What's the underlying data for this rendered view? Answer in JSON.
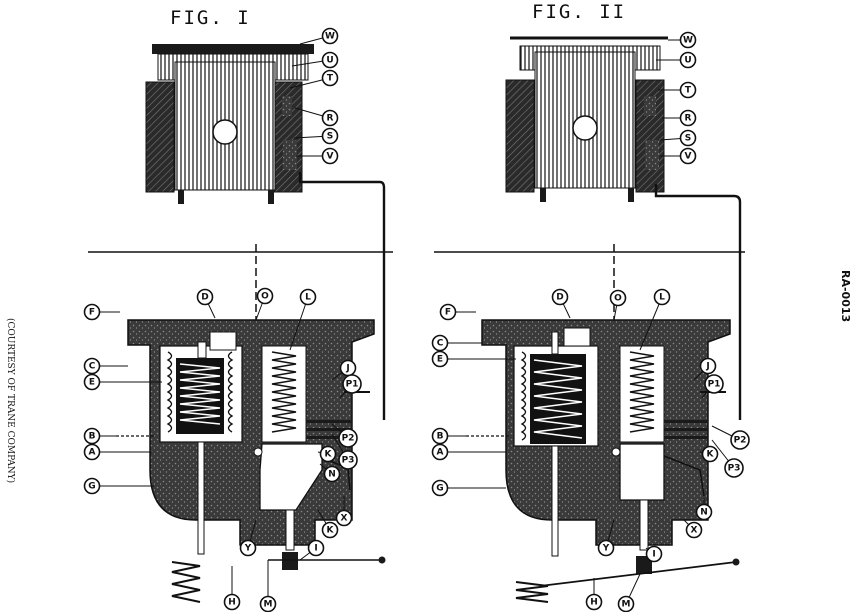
{
  "figures": [
    {
      "title": "FIG. I",
      "labels": [
        "W",
        "U",
        "T",
        "R",
        "S",
        "V",
        "D",
        "F",
        "O",
        "L",
        "C",
        "E",
        "J",
        "P1",
        "B",
        "A",
        "P2",
        "P3",
        "K",
        "N",
        "G",
        "X",
        "Y",
        "K",
        "I",
        "H",
        "M"
      ]
    },
    {
      "title": "FIG. II",
      "labels": [
        "W",
        "U",
        "T",
        "R",
        "S",
        "V",
        "D",
        "F",
        "O",
        "L",
        "C",
        "E",
        "J",
        "P1",
        "B",
        "A",
        "P2",
        "P3",
        "K",
        "N",
        "G",
        "X",
        "Y",
        "I",
        "H",
        "M"
      ]
    }
  ],
  "side_caption": "(COURTESY OF TRANE COMPANY)",
  "code": "RA-0013",
  "icons": [
    "compressor-cylinder-icon",
    "capacity-control-valve-icon"
  ]
}
